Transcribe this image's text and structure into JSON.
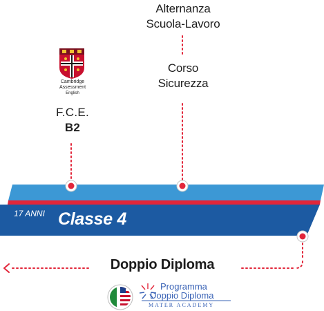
{
  "labels": {
    "alternanza_line1": "Alternanza",
    "alternanza_line2": "Scuola-Lavoro",
    "corso_line1": "Corso",
    "corso_line2": "Sicurezza",
    "cert_name": "F.C.E.",
    "cert_level": "B2"
  },
  "cambridge_logo": {
    "line1": "Cambridge",
    "line2": "Assessment",
    "line3": "English"
  },
  "band": {
    "age": "17 ANNI",
    "title": "Classe 4"
  },
  "exit": {
    "label": "Doppio Diploma"
  },
  "program_logo": {
    "line1": "Programma",
    "line2": "Doppio Diploma",
    "line3": "MATER ACADEMY"
  },
  "colors": {
    "band_light": "#3c98d5",
    "band_dark": "#1c5aa2",
    "stripe_red": "#e2263a",
    "dot_red": "#e2263a",
    "text_blue": "#3a63b6"
  }
}
